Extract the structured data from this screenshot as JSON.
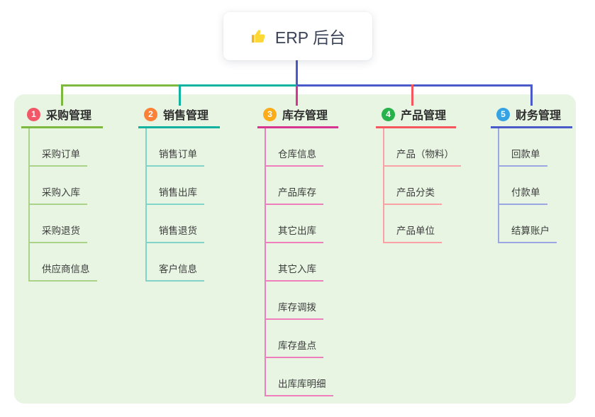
{
  "root": {
    "title": "ERP 后台",
    "icon": "thumbs-up",
    "icon_color": "#fdd835"
  },
  "canvas": {
    "panel_color": "#e8f5e3",
    "background_color": "#ffffff"
  },
  "branches": [
    {
      "id": "purchase",
      "badge": "1",
      "badge_color": "#f25767",
      "label": "采购管理",
      "line_color": "#7cb93e",
      "child_line_color": "#aad389",
      "children": [
        "采购订单",
        "采购入库",
        "采购退货",
        "供应商信息"
      ]
    },
    {
      "id": "sales",
      "badge": "2",
      "badge_color": "#fb8138",
      "label": "销售管理",
      "line_color": "#12b2a0",
      "child_line_color": "#82d3c8",
      "children": [
        "销售订单",
        "销售出库",
        "销售退货",
        "客户信息"
      ]
    },
    {
      "id": "inventory",
      "badge": "3",
      "badge_color": "#fbac19",
      "label": "库存管理",
      "line_color": "#d6368f",
      "child_line_color": "#ee7fbc",
      "children": [
        "仓库信息",
        "产品库存",
        "其它出库",
        "其它入库",
        "库存调拨",
        "库存盘点",
        "出库库明细"
      ]
    },
    {
      "id": "product",
      "badge": "4",
      "badge_color": "#27b24b",
      "label": "产品管理",
      "line_color": "#f6575f",
      "child_line_color": "#f9a1a5",
      "children": [
        "产品（物料）",
        "产品分类",
        "产品单位"
      ]
    },
    {
      "id": "finance",
      "badge": "5",
      "badge_color": "#35a3e3",
      "label": "财务管理",
      "line_color": "#4a5ac9",
      "child_line_color": "#9aa7e3",
      "children": [
        "回款单",
        "付款单",
        "结算账户"
      ]
    }
  ]
}
